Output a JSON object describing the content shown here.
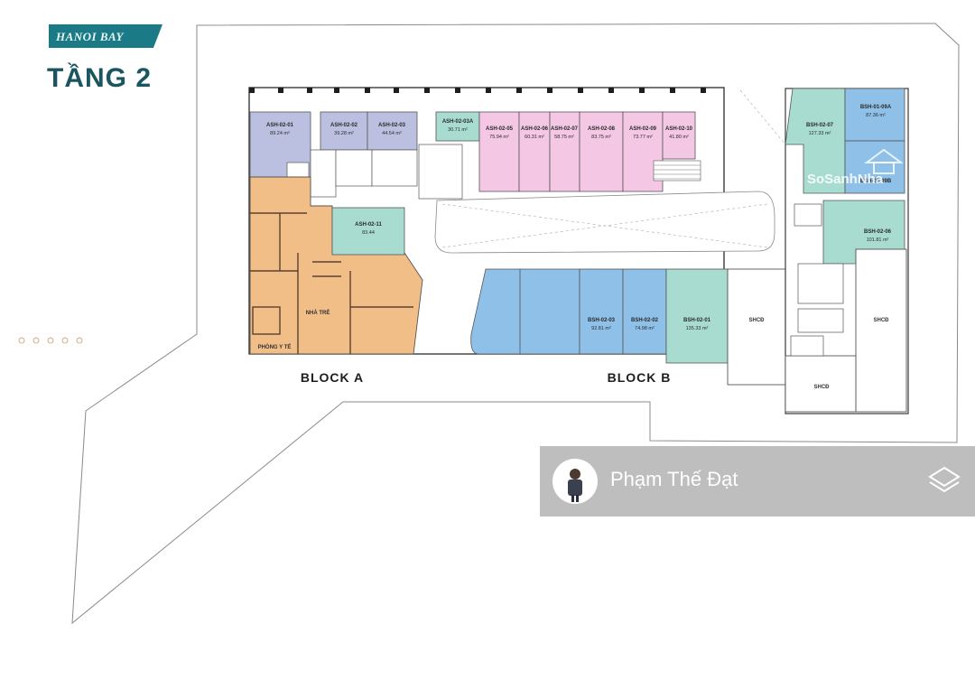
{
  "brand": {
    "logo_text": "HANOI BAY"
  },
  "floor_title": "TẦNG 2",
  "blocks": {
    "a": "BLOCK A",
    "b": "BLOCK B"
  },
  "rooms": {
    "nursery": "NHÀ TRẺ",
    "medical": "PHÒNG Y TẾ",
    "community_1": "SHCĐ",
    "community_2": "SHCĐ",
    "community_3": "SHCĐ"
  },
  "units": [
    {
      "code": "ASH-02-01",
      "area": "89.24 m²",
      "color": "#bcc0e0"
    },
    {
      "code": "ASH-02-02",
      "area": "39.28 m²",
      "color": "#bcc0e0"
    },
    {
      "code": "ASH-02-03",
      "area": "44.54 m²",
      "color": "#bcc0e0"
    },
    {
      "code": "ASH-02-03A",
      "area": "30.71 m²",
      "color": "#a8dcd0"
    },
    {
      "code": "ASH-02-05",
      "area": "75.94 m²",
      "color": "#f4c8e4"
    },
    {
      "code": "ASH-02-06",
      "area": "60.31 m²",
      "color": "#f4c8e4"
    },
    {
      "code": "ASH-02-07",
      "area": "58.75 m²",
      "color": "#f4c8e4"
    },
    {
      "code": "ASH-02-08",
      "area": "83.75 m²",
      "color": "#f4c8e4"
    },
    {
      "code": "ASH-02-09",
      "area": "73.77 m²",
      "color": "#f4c8e4"
    },
    {
      "code": "ASH-02-10",
      "area": "41.80 m²",
      "color": "#f4c8e4"
    },
    {
      "code": "ASH-02-11",
      "area": "83.44",
      "color": "#a8dcd0"
    },
    {
      "code": "BSH-02-03",
      "area": "92.81 m²",
      "color": "#8ec0e8"
    },
    {
      "code": "BSH-02-02",
      "area": "74.98 m²",
      "color": "#8ec0e8"
    },
    {
      "code": "BSH-02-01",
      "area": "135.33 m²",
      "color": "#a8dcd0"
    },
    {
      "code": "BSH-02-07",
      "area": "127.33 m²",
      "color": "#a8dcd0"
    },
    {
      "code": "BSH-01-09A",
      "area": "87.36 m²",
      "color": "#8ec0e8"
    },
    {
      "code": "BSH-01-09B",
      "area": "",
      "color": "#8ec0e8"
    },
    {
      "code": "BSH-02-06",
      "area": "101.81 m²",
      "color": "#a8dcd0"
    }
  ],
  "colors": {
    "nursery": "#f2be88",
    "outline": "#555555",
    "wall": "#1e1e1e",
    "title": "#1b5560",
    "brand_bg": "#1a7a86"
  },
  "watermark": "SoSanhNha",
  "agent": {
    "name": "Phạm Thế Đạt"
  }
}
